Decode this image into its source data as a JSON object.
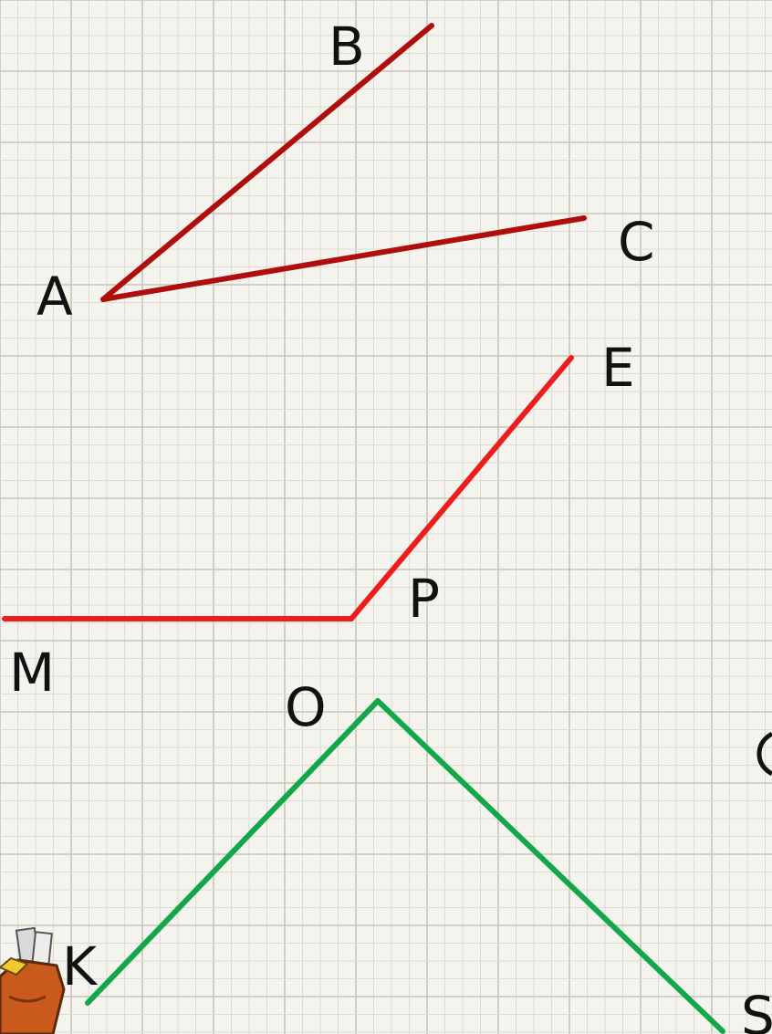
{
  "colors": {
    "paper": "#f4f3ee",
    "grid_minor": "#dcdcd2",
    "grid_major": "#c6c6ba",
    "angle_dark_red": "#b00d0d",
    "angle_red": "#ee1d1d",
    "angle_green": "#12a84a"
  },
  "labels": {
    "a": "A",
    "b": "B",
    "c": "C",
    "e": "E",
    "p": "P",
    "m": "M",
    "o": "O",
    "k": "K",
    "s": "S"
  },
  "figures": [
    {
      "name": "angle-bac",
      "vertex": "A",
      "rays": [
        "B",
        "C"
      ],
      "color": "dark-red"
    },
    {
      "name": "angle-mpe",
      "vertex": "P",
      "rays": [
        "M",
        "E"
      ],
      "color": "red"
    },
    {
      "name": "angle-kos",
      "vertex": "O",
      "rays": [
        "K",
        "S"
      ],
      "color": "green"
    }
  ],
  "icons": [
    "cartoon-bag-icon"
  ]
}
